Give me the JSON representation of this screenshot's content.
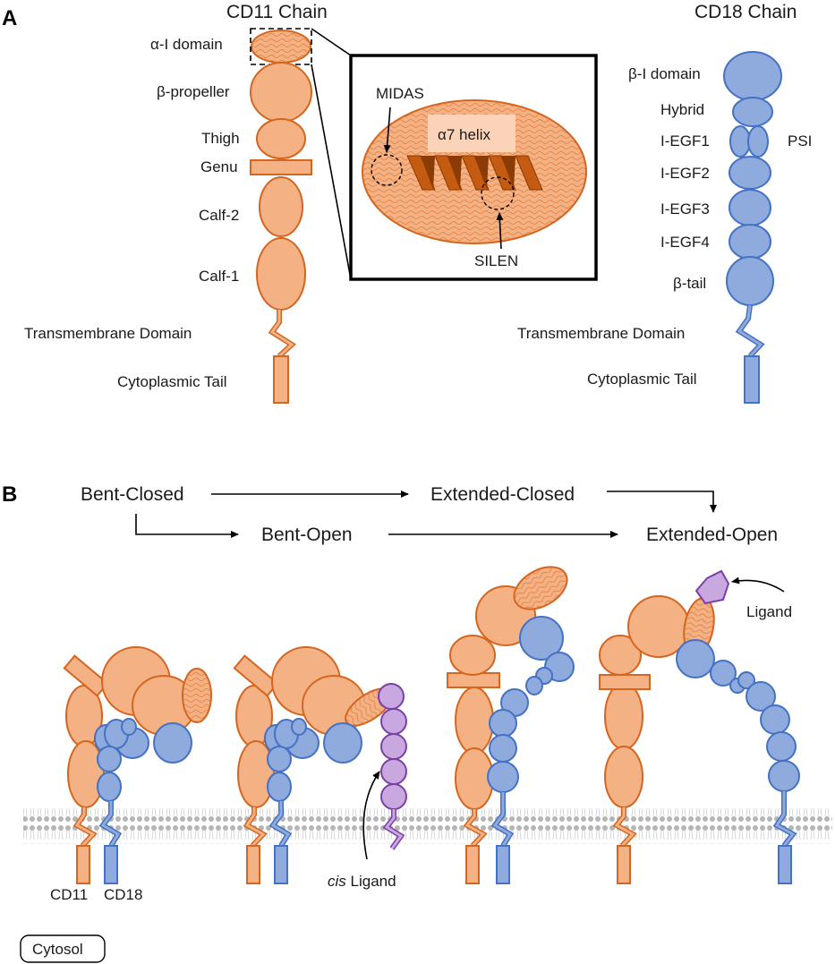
{
  "panel_a": {
    "letter": "A",
    "cd11_title": "CD11 Chain",
    "cd18_title": "CD18 Chain",
    "cd11_labels": {
      "alpha_i": "α-I domain",
      "beta_propeller": "β-propeller",
      "thigh": "Thigh",
      "genu": "Genu",
      "calf2": "Calf-2",
      "calf1": "Calf-1",
      "tm": "Transmembrane Domain",
      "tail": "Cytoplasmic Tail"
    },
    "cd18_labels": {
      "beta_i": "β-I domain",
      "hybrid": "Hybrid",
      "iegf1": "I-EGF1",
      "psi": "PSI",
      "iegf2": "I-EGF2",
      "iegf3": "I-EGF3",
      "iegf4": "I-EGF4",
      "beta_tail": "β-tail",
      "tm": "Transmembrane Domain",
      "tail": "Cytoplasmic Tail"
    },
    "inset": {
      "midas": "MIDAS",
      "helix": "α7 helix",
      "silen": "SILEN"
    }
  },
  "panel_b": {
    "letter": "B",
    "states": {
      "bent_closed": "Bent-Closed",
      "extended_closed": "Extended-Closed",
      "bent_open": "Bent-Open",
      "extended_open": "Extended-Open"
    },
    "labels": {
      "cd11": "CD11",
      "cd18": "CD18",
      "cis_italic": "cis",
      "cis_rest": " Ligand",
      "ligand": "Ligand",
      "cytosol": "Cytosol"
    }
  },
  "colors": {
    "cd11_fill": "#f4b183",
    "cd11_stroke": "#d5661f",
    "cd18_fill": "#8faadc",
    "cd18_stroke": "#4472c4",
    "ligand_fill": "#c9a8e0",
    "ligand_stroke": "#7b3fa6"
  }
}
